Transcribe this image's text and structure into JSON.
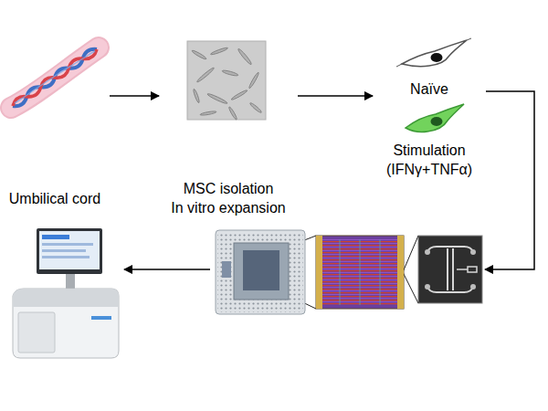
{
  "diagram": {
    "nodes": [
      {
        "text": [
          "Umbilical cord"
        ]
      },
      {
        "text": [
          "MSC isolation",
          "In vitro expansion"
        ]
      },
      {
        "text": [
          "Naïve"
        ]
      },
      {
        "text": [
          "Stimulation (IFNγ+TNFα)"
        ]
      }
    ],
    "edges": [
      {
        "from": 0,
        "to": 1,
        "arrow": "to"
      },
      {
        "from": 1,
        "to": 2,
        "arrow": "to"
      }
    ]
  }
}
